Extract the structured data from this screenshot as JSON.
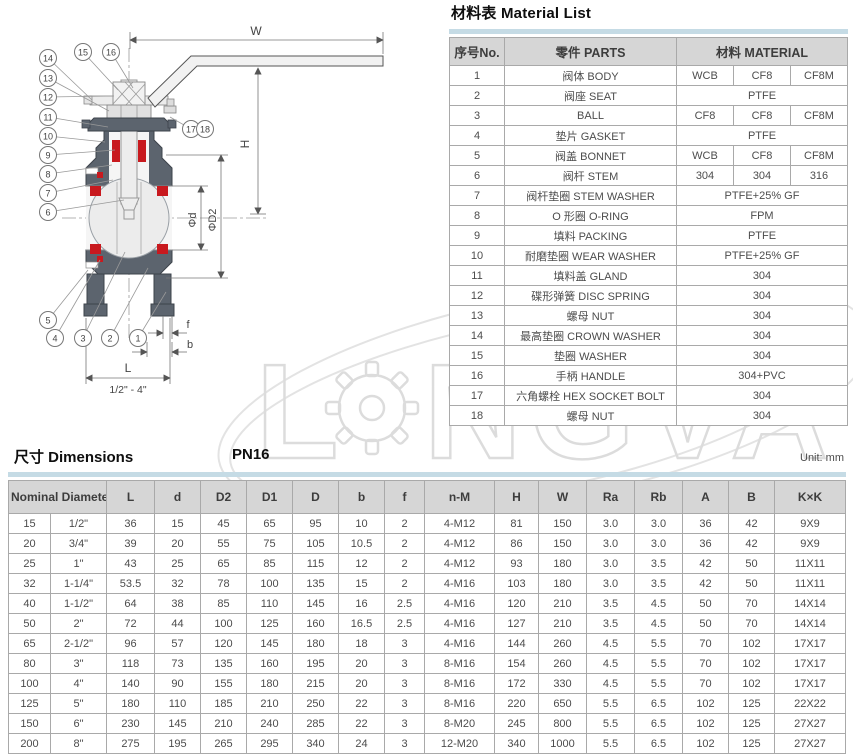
{
  "material_list": {
    "title": "材料表 Material List",
    "headers": {
      "no": "序号No.",
      "parts": "零件 PARTS",
      "material": "材料 MATERIAL"
    },
    "rows": [
      {
        "no": "1",
        "part": "阀体 BODY",
        "materials": [
          "WCB",
          "CF8",
          "CF8M"
        ]
      },
      {
        "no": "2",
        "part": "阀座 SEAT",
        "materials": [
          "PTFE"
        ]
      },
      {
        "no": "3",
        "part": "BALL",
        "materials": [
          "CF8",
          "CF8",
          "CF8M"
        ]
      },
      {
        "no": "4",
        "part": "垫片 GASKET",
        "materials": [
          "PTFE"
        ]
      },
      {
        "no": "5",
        "part": "阀盖 BONNET",
        "materials": [
          "WCB",
          "CF8",
          "CF8M"
        ]
      },
      {
        "no": "6",
        "part": "阀杆 STEM",
        "materials": [
          "304",
          "304",
          "316"
        ]
      },
      {
        "no": "7",
        "part": "阀杆垫圈 STEM WASHER",
        "materials": [
          "PTFE+25% GF"
        ]
      },
      {
        "no": "8",
        "part": "O 形圈 O-RING",
        "materials": [
          "FPM"
        ]
      },
      {
        "no": "9",
        "part": "填料 PACKING",
        "materials": [
          "PTFE"
        ]
      },
      {
        "no": "10",
        "part": "耐磨垫圈 WEAR WASHER",
        "materials": [
          "PTFE+25% GF"
        ]
      },
      {
        "no": "11",
        "part": "填料盖 GLAND",
        "materials": [
          "304"
        ]
      },
      {
        "no": "12",
        "part": "碟形弹簧 DISC SPRING",
        "materials": [
          "304"
        ]
      },
      {
        "no": "13",
        "part": "螺母 NUT",
        "materials": [
          "304"
        ]
      },
      {
        "no": "14",
        "part": "最高垫圈 CROWN WASHER",
        "materials": [
          "304"
        ]
      },
      {
        "no": "15",
        "part": "垫圈 WASHER",
        "materials": [
          "304"
        ]
      },
      {
        "no": "16",
        "part": "手柄 HANDLE",
        "materials": [
          "304+PVC"
        ]
      },
      {
        "no": "17",
        "part": "六角螺栓 HEX SOCKET BOLT",
        "materials": [
          "304"
        ]
      },
      {
        "no": "18",
        "part": "螺母 NUT",
        "materials": [
          "304"
        ]
      }
    ]
  },
  "dimensions": {
    "title": "尺寸 Dimensions",
    "pressure_rating": "PN16",
    "unit": "Unit: mm",
    "headers": [
      "Nominal Diameter",
      "L",
      "d",
      "D2",
      "D1",
      "D",
      "b",
      "f",
      "n-M",
      "H",
      "W",
      "Ra",
      "Rb",
      "A",
      "B",
      "K×K"
    ],
    "rows": [
      [
        "15",
        "1/2\"",
        "36",
        "15",
        "45",
        "65",
        "95",
        "10",
        "2",
        "4-M12",
        "81",
        "150",
        "3.0",
        "3.0",
        "36",
        "42",
        "9X9"
      ],
      [
        "20",
        "3/4\"",
        "39",
        "20",
        "55",
        "75",
        "105",
        "10.5",
        "2",
        "4-M12",
        "86",
        "150",
        "3.0",
        "3.0",
        "36",
        "42",
        "9X9"
      ],
      [
        "25",
        "1\"",
        "43",
        "25",
        "65",
        "85",
        "115",
        "12",
        "2",
        "4-M12",
        "93",
        "180",
        "3.0",
        "3.5",
        "42",
        "50",
        "11X11"
      ],
      [
        "32",
        "1-1/4\"",
        "53.5",
        "32",
        "78",
        "100",
        "135",
        "15",
        "2",
        "4-M16",
        "103",
        "180",
        "3.0",
        "3.5",
        "42",
        "50",
        "11X11"
      ],
      [
        "40",
        "1-1/2\"",
        "64",
        "38",
        "85",
        "110",
        "145",
        "16",
        "2.5",
        "4-M16",
        "120",
        "210",
        "3.5",
        "4.5",
        "50",
        "70",
        "14X14"
      ],
      [
        "50",
        "2\"",
        "72",
        "44",
        "100",
        "125",
        "160",
        "16.5",
        "2.5",
        "4-M16",
        "127",
        "210",
        "3.5",
        "4.5",
        "50",
        "70",
        "14X14"
      ],
      [
        "65",
        "2-1/2\"",
        "96",
        "57",
        "120",
        "145",
        "180",
        "18",
        "3",
        "4-M16",
        "144",
        "260",
        "4.5",
        "5.5",
        "70",
        "102",
        "17X17"
      ],
      [
        "80",
        "3\"",
        "118",
        "73",
        "135",
        "160",
        "195",
        "20",
        "3",
        "8-M16",
        "154",
        "260",
        "4.5",
        "5.5",
        "70",
        "102",
        "17X17"
      ],
      [
        "100",
        "4\"",
        "140",
        "90",
        "155",
        "180",
        "215",
        "20",
        "3",
        "8-M16",
        "172",
        "330",
        "4.5",
        "5.5",
        "70",
        "102",
        "17X17"
      ],
      [
        "125",
        "5\"",
        "180",
        "110",
        "185",
        "210",
        "250",
        "22",
        "3",
        "8-M16",
        "220",
        "650",
        "5.5",
        "6.5",
        "102",
        "125",
        "22X22"
      ],
      [
        "150",
        "6\"",
        "230",
        "145",
        "210",
        "240",
        "285",
        "22",
        "3",
        "8-M20",
        "245",
        "800",
        "5.5",
        "6.5",
        "102",
        "125",
        "27X27"
      ],
      [
        "200",
        "8\"",
        "275",
        "195",
        "265",
        "295",
        "340",
        "24",
        "3",
        "12-M20",
        "340",
        "1000",
        "5.5",
        "6.5",
        "102",
        "125",
        "27X27"
      ]
    ]
  },
  "drawing": {
    "callouts": [
      "1",
      "2",
      "3",
      "4",
      "5",
      "6",
      "7",
      "8",
      "9",
      "10",
      "11",
      "12",
      "13",
      "14",
      "15",
      "16",
      "17",
      "18"
    ],
    "labels": {
      "w": "W",
      "h": "H",
      "phi_d": "Φd",
      "phi_d2": "ΦD2",
      "f": "f",
      "b": "b",
      "l": "L",
      "size_range": "1/2\" - 4\""
    },
    "colors": {
      "body": "#5c646e",
      "seat_red": "#c8191e",
      "accent_band": "#c5dbe5",
      "header_gray": "#d6d6d6"
    },
    "watermark": {
      "prefix": "L",
      "suffix": "NGVA"
    }
  }
}
